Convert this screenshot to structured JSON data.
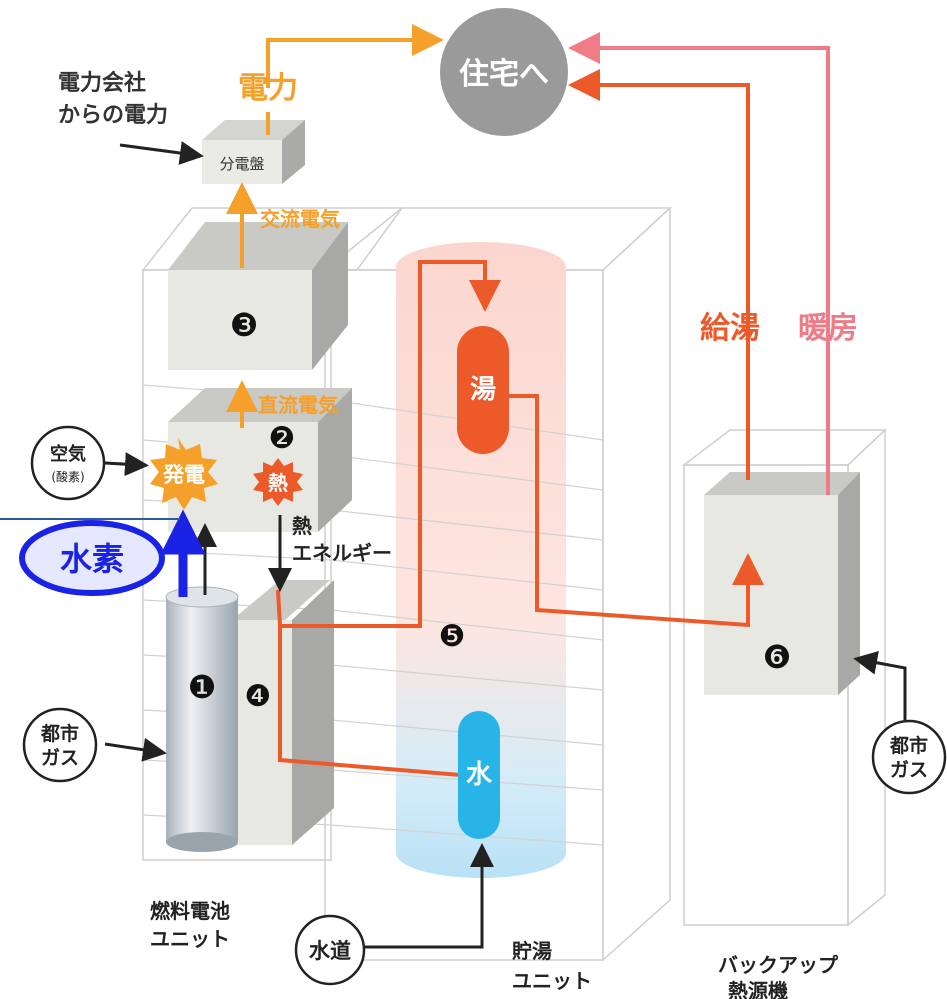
{
  "labels": {
    "grid_power_line1": "電力会社",
    "grid_power_line2": "からの電力",
    "power": "電力",
    "to_house": "住宅へ",
    "distribution_board": "分電盤",
    "ac_electricity": "交流電気",
    "dc_electricity": "直流電気",
    "hot_water_supply": "給湯",
    "heating": "暖房",
    "hot_water": "湯",
    "water": "水",
    "air_line1": "空気",
    "air_line2": "(酸素)",
    "generation": "発電",
    "heat_burst": "熱",
    "heat_energy_line1": "熱",
    "heat_energy_line2": "エネルギー",
    "hydrogen": "水素",
    "city_gas_left_line1": "都市",
    "city_gas_left_line2": "ガス",
    "city_gas_right_line1": "都市",
    "city_gas_right_line2": "ガス",
    "water_supply": "水道",
    "fuel_cell_unit_line1": "燃料電池",
    "fuel_cell_unit_line2": "ユニット",
    "storage_unit_line1": "貯湯",
    "storage_unit_line2": "ユニット",
    "backup_line1": "バックアップ",
    "backup_line2": "熱源機",
    "num1": "❶",
    "num2": "❷",
    "num3": "❸",
    "num4": "❹",
    "num5": "❺",
    "num6": "❻"
  },
  "colors": {
    "orange_power": "#f5a02a",
    "hot_water_red": "#ec5a2a",
    "heating_pink": "#ef7b86",
    "water_blue": "#29b4e8",
    "house_gray": "#9a9a9b",
    "hydrogen_blue": "#1a22e6"
  }
}
